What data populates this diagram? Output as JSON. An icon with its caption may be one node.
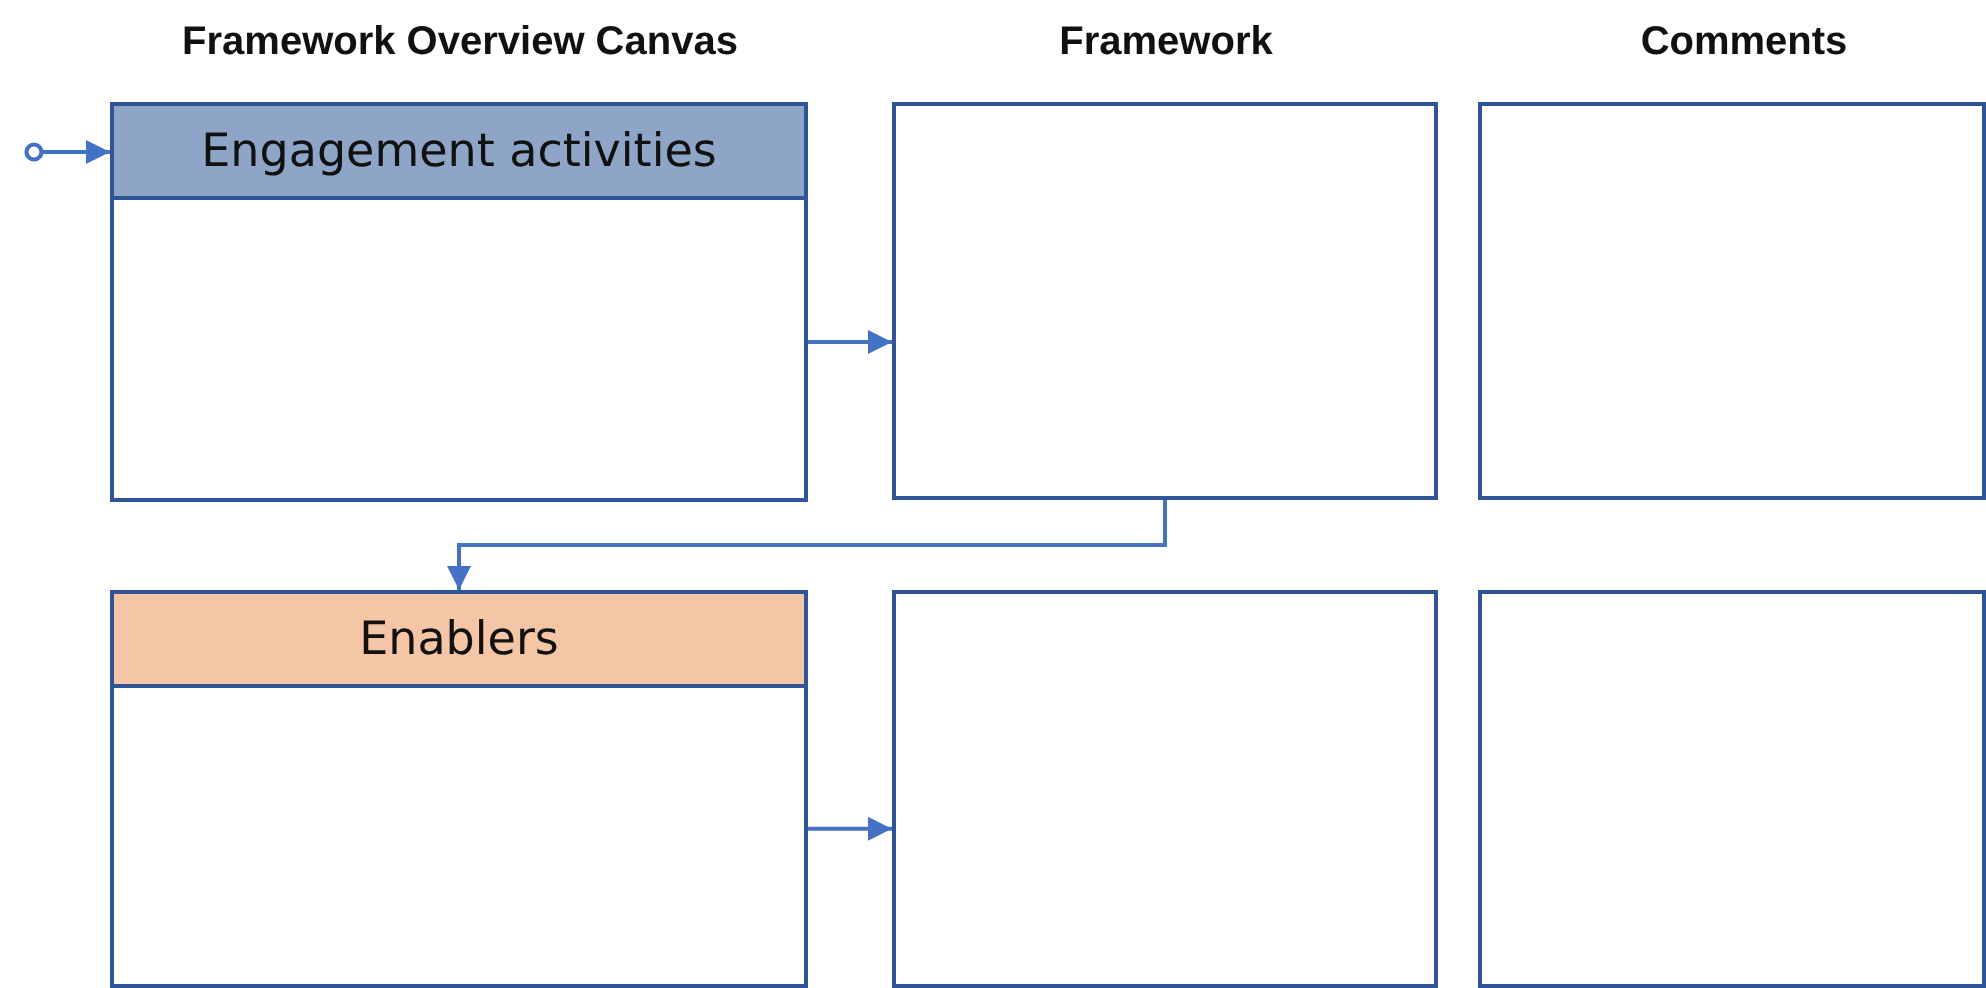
{
  "diagram": {
    "nodes": [
      {
        "text": [
          "Engagement activities"
        ]
      },
      {
        "text": [],
        "shape": "box"
      },
      {
        "text": [],
        "shape": "box"
      },
      {
        "text": [
          "Enablers"
        ]
      },
      {
        "text": [],
        "shape": "box"
      },
      {
        "text": [],
        "shape": "box"
      }
    ],
    "edges": [
      {
        "from": null,
        "to": 0,
        "arrow": "to"
      },
      {
        "from": 0,
        "to": 1,
        "arrow": "to"
      },
      {
        "from": 1,
        "to": 3,
        "arrow": "to"
      },
      {
        "from": 3,
        "to": 4,
        "arrow": "to"
      }
    ],
    "labels": [
      "Framework Overview Canvas",
      "Framework",
      "Comments"
    ]
  }
}
